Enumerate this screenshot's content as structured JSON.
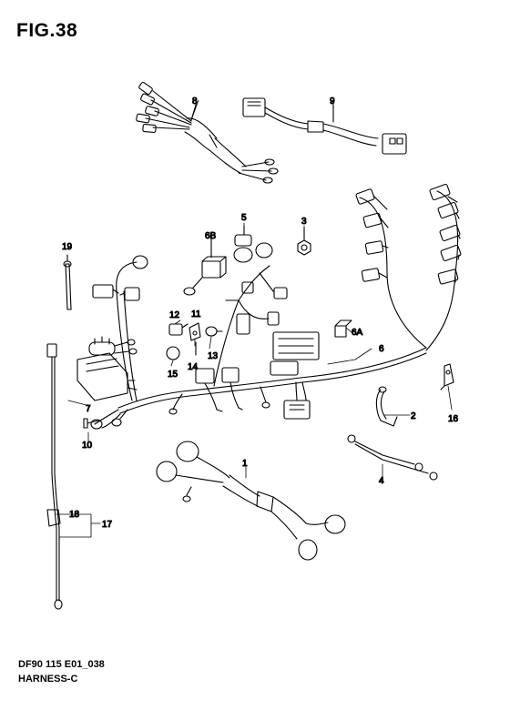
{
  "figure": {
    "title": "FIG.38"
  },
  "callouts": {
    "c1": "1",
    "c2": "2",
    "c3": "3",
    "c4": "4",
    "c5": "5",
    "c6": "6",
    "c6a": "6A",
    "c6b": "6B",
    "c7": "7",
    "c8": "8",
    "c9": "9",
    "c10": "10",
    "c11": "11",
    "c12": "12",
    "c13": "13",
    "c14": "14",
    "c15": "15",
    "c16": "16",
    "c17": "17",
    "c18": "18",
    "c19": "19"
  },
  "footer": {
    "code": "DF90 115 E01_038",
    "name": "HARNESS-C"
  }
}
